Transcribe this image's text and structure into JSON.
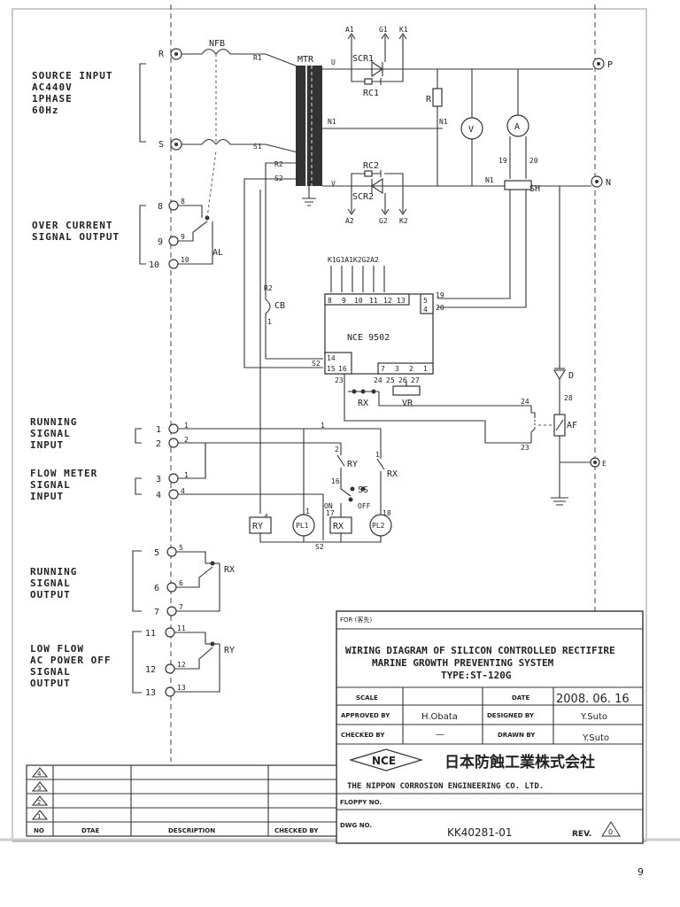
{
  "left_labels": {
    "source_input": [
      "SOURCE INPUT",
      "AC440V",
      "1PHASE",
      "60Hz"
    ],
    "over_current": [
      "OVER CURRENT",
      "SIGNAL OUTPUT"
    ],
    "running_input": [
      "RUNNING",
      "SIGNAL",
      "INPUT"
    ],
    "flow_meter": [
      "FLOW METER",
      "SIGNAL",
      "INPUT"
    ],
    "running_output": [
      "RUNNING",
      "SIGNAL",
      "OUTPUT"
    ],
    "low_flow": [
      "LOW FLOW",
      "AC POWER OFF",
      "SIGNAL",
      "OUTPUT"
    ]
  },
  "terminals": {
    "r": "R",
    "s": "S",
    "p": "P",
    "n": "N",
    "e": "E",
    "t8": "8",
    "t9": "9",
    "t10": "10",
    "t1": "1",
    "t2": "2",
    "t3": "3",
    "t4": "4",
    "t5": "5",
    "t6": "6",
    "t7": "7",
    "t11": "11",
    "t12": "12",
    "t13": "13"
  },
  "components": {
    "nfb": "NFB",
    "mtr": "MTR",
    "scr1": "SCR1",
    "rc1": "RC1",
    "scr2": "SCR2",
    "rc2": "RC2",
    "volt": "V",
    "amp": "A",
    "shunt": "SH",
    "res": "R",
    "al": "AL",
    "cb": "CB",
    "ic": "NCE 9502",
    "rx": "RX",
    "ry": "RY",
    "vr": "VR",
    "ss": "SS",
    "af": "AF",
    "diode": "D",
    "pl1": "PL1",
    "pl2": "PL2",
    "on": "ON",
    "off": "OFF"
  },
  "scr_pins": {
    "a1": "A1",
    "g1": "G1",
    "k1": "K1",
    "a2": "A2",
    "g2": "G2",
    "k2": "K2"
  },
  "ic_top_label": "K1G1A1K2G2A2",
  "ic_pins_top": [
    "8",
    "9",
    "10",
    "11",
    "12",
    "13"
  ],
  "ic_pins_right": [
    "5",
    "4"
  ],
  "ic_pins_left": [
    "14",
    "15",
    "16"
  ],
  "ic_pins_bottom": [
    "7",
    "3",
    "2",
    "1"
  ],
  "wires": {
    "r1": "R1",
    "s1": "S1",
    "r2": "R2",
    "s2": "S2",
    "n1": "N1",
    "u": "U",
    "v": "V",
    "w19": "19",
    "w20": "20",
    "w23": "23",
    "w24": "24",
    "w25": "25",
    "w26": "26",
    "w27": "27",
    "w28": "28",
    "w1": "1",
    "w2": "2",
    "w16": "16",
    "w17": "17",
    "w18": "18",
    "w4": "4"
  },
  "title_block": {
    "for": "FOR (客先)",
    "title_1": "WIRING DIAGRAM OF SILICON CONTROLLED RECTIFIRE",
    "title_2": "MARINE GROWTH PREVENTING SYSTEM",
    "title_3": "TYPE:ST-120G",
    "scale": "SCALE",
    "date_label": "DATE",
    "date": "2008. 06. 16",
    "approved_label": "APPROVED BY",
    "approved": "H.Obata",
    "designed_label": "DESIGNED BY",
    "designed": "Y.Suto",
    "checked_label": "CHECKED BY",
    "checked": "—",
    "drawn_label": "DRAWN BY",
    "drawn": "Y.Suto",
    "logo": "NCE",
    "company_jp": "日本防蝕工業株式会社",
    "company_en": "THE NIPPON CORROSION ENGINEERING CO. LTD.",
    "floppy": "FLOPPY NO.",
    "dwg_label": "DWG NO.",
    "dwg": "KK40281-01",
    "rev_label": "REV.",
    "rev": "0"
  },
  "revision_table": {
    "revs": [
      "4",
      "3",
      "2",
      "1"
    ],
    "no": "NO",
    "date": "DTAE",
    "desc": "DESCRIPTION",
    "checked": "CHECKED BY"
  },
  "page_number": "9"
}
